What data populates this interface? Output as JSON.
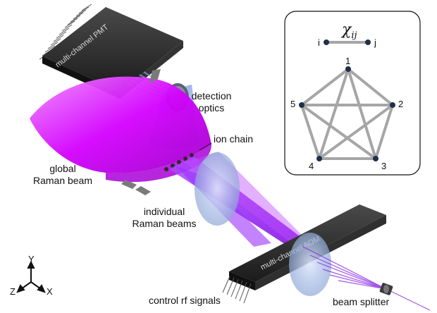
{
  "labels": {
    "pmt": "multi-channel PMT",
    "detection_optics": "detection\noptics",
    "ion_chain": "ion chain",
    "global_raman": "global\nRaman beam",
    "individual_raman": "individual\nRaman beams",
    "aom": "multi-channel AOM",
    "control_rf": "control rf signals",
    "beam_splitter": "beam splitter"
  },
  "axes": {
    "y": "Y",
    "z": "Z",
    "x": "X"
  },
  "graph_panel": {
    "coupling_symbol": "χ",
    "coupling_subscript": "ij",
    "edge_i": "i",
    "edge_j": "j",
    "nodes": [
      "1",
      "2",
      "3",
      "4",
      "5"
    ]
  },
  "colors": {
    "raman_purple": "#d400ff",
    "beam_violet": "#8a2be2",
    "optics_blue": "#a9bde6",
    "device_body": "#2a2a2a",
    "graph_edge": "#a6a6a6",
    "node": "#1f2f4a"
  }
}
